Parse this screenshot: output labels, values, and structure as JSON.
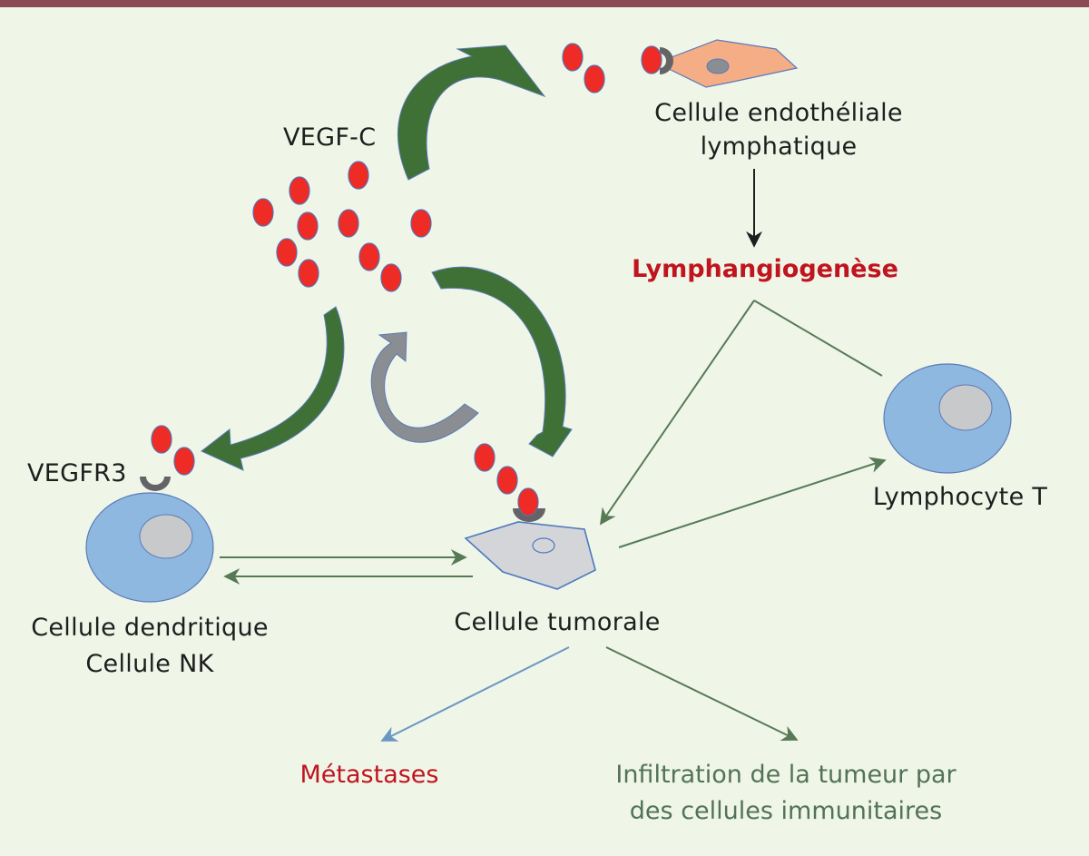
{
  "labels": {
    "vegf_c": "VEGF-C",
    "vegfr3": "VEGFR3",
    "endothelial_line1": "Cellule endothéliale",
    "endothelial_line2": "lymphatique",
    "lymphangiogenesis": "Lymphangiogenèse",
    "lymphocyte_t": "Lymphocyte T",
    "dendritic_line1": "Cellule dendritique",
    "dendritic_line2": "Cellule NK",
    "tumor_cell": "Cellule tumorale",
    "metastases": "Métastases",
    "infiltration_line1": "Infiltration de la tumeur par",
    "infiltration_line2": "des cellules immunitaires"
  },
  "colors": {
    "background": "#eff6e8",
    "top_bar": "#8c4a55",
    "vegf_dot": "#ee2b24",
    "green_arrow": "#3f7035",
    "grey_arrow": "#8a8d92",
    "connector_green": "#577a56",
    "connector_blue": "#6b96c4",
    "accent_red": "#c0141e",
    "cell_blue": "#8fb8e0",
    "nucleus_grey": "#c8c9cb",
    "tumor_grey": "#d4d5d8",
    "endothelial_orange": "#f5ad86",
    "receptor_grey": "#646466"
  },
  "nodes": [
    {
      "id": "endothelial",
      "label": "Cellule endothéliale lymphatique"
    },
    {
      "id": "lymphangiogenesis",
      "label": "Lymphangiogenèse"
    },
    {
      "id": "lymphocyte_t",
      "label": "Lymphocyte T"
    },
    {
      "id": "dendritic_nk",
      "label": "Cellule dendritique / Cellule NK"
    },
    {
      "id": "tumor",
      "label": "Cellule tumorale"
    },
    {
      "id": "metastases",
      "label": "Métastases"
    },
    {
      "id": "infiltration",
      "label": "Infiltration de la tumeur par des cellules immunitaires"
    }
  ],
  "edges": [
    {
      "from": "vegf_c",
      "to": "endothelial",
      "style": "green-curved"
    },
    {
      "from": "vegf_c",
      "to": "dendritic_nk",
      "style": "green-curved"
    },
    {
      "from": "vegf_c",
      "to": "tumor",
      "style": "green-curved"
    },
    {
      "from": "tumor",
      "to": "vegf_c",
      "style": "grey-curved"
    },
    {
      "from": "endothelial",
      "to": "lymphangiogenesis",
      "style": "black"
    },
    {
      "from": "lymphangiogenesis",
      "to": "tumor",
      "style": "green"
    },
    {
      "from": "lymphangiogenesis",
      "to": "lymphocyte_t",
      "style": "green-line"
    },
    {
      "from": "tumor",
      "to": "lymphocyte_t",
      "style": "green"
    },
    {
      "from": "dendritic_nk",
      "to": "tumor",
      "style": "green"
    },
    {
      "from": "tumor",
      "to": "dendritic_nk",
      "style": "green"
    },
    {
      "from": "tumor",
      "to": "metastases",
      "style": "blue"
    },
    {
      "from": "tumor",
      "to": "infiltration",
      "style": "green"
    }
  ]
}
